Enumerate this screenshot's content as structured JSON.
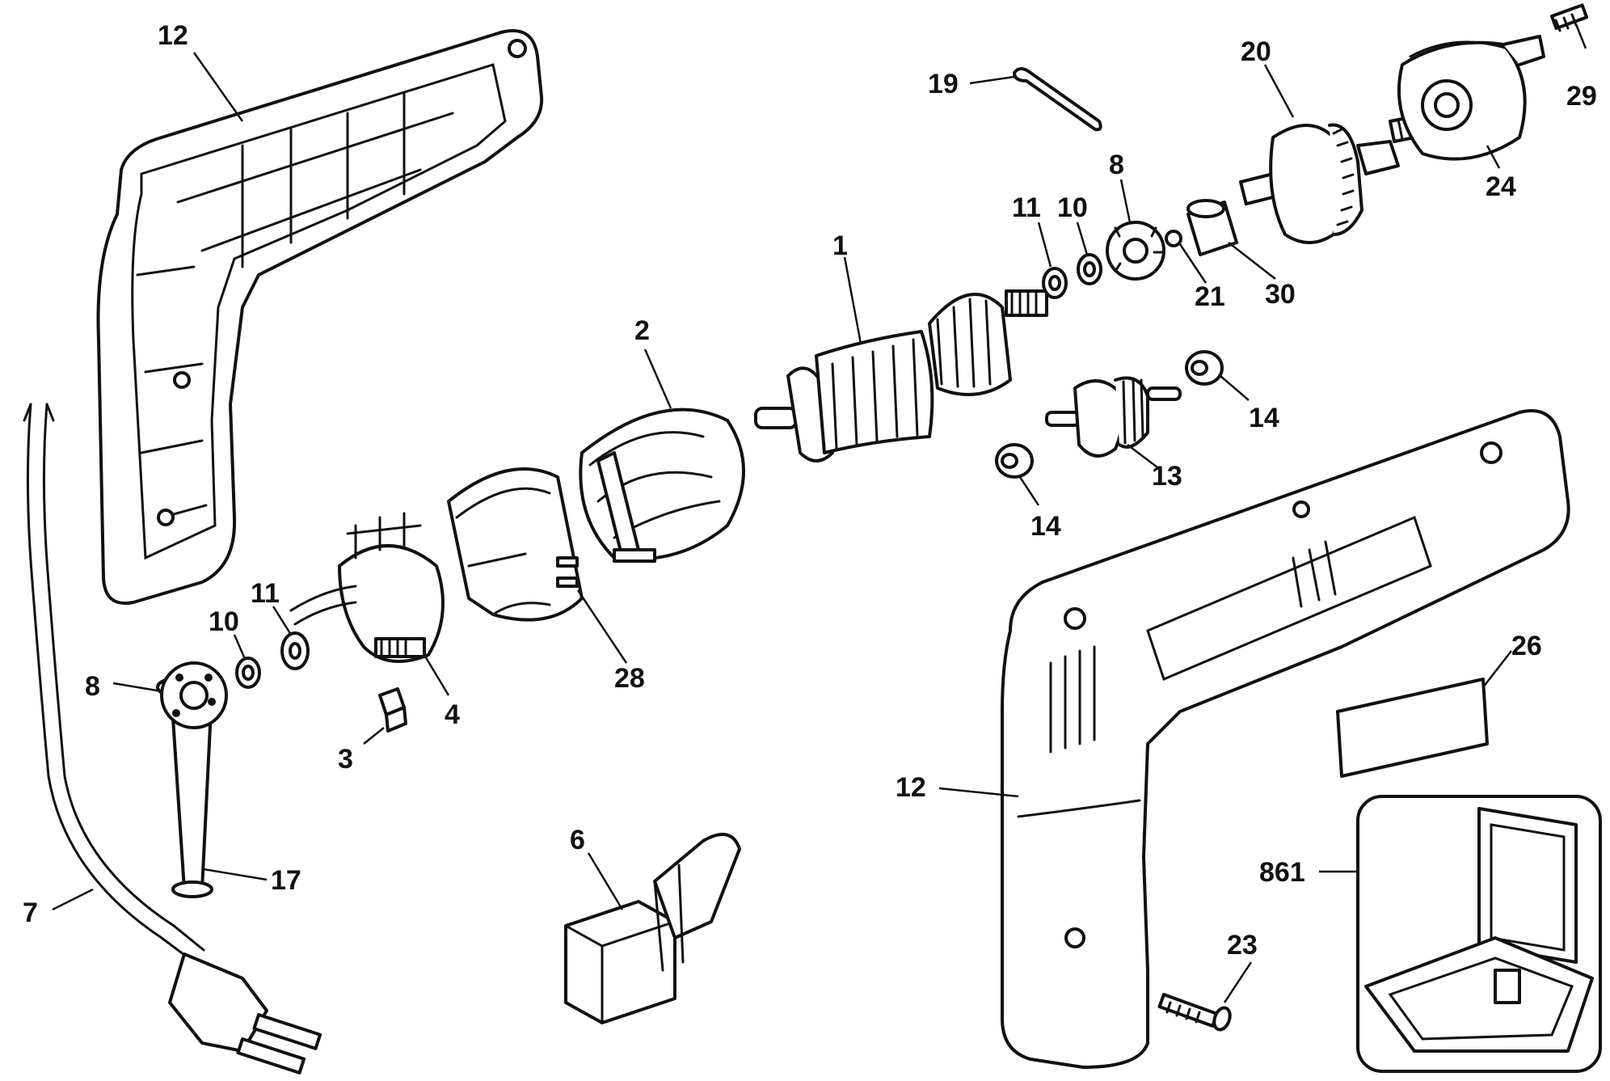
{
  "diagram": {
    "callouts": [
      {
        "id": "c12a",
        "label": "12",
        "part": "housing-left-half"
      },
      {
        "id": "c19",
        "label": "19",
        "part": "nameplate-strip"
      },
      {
        "id": "c20",
        "label": "20",
        "part": "spindle-gear"
      },
      {
        "id": "c29",
        "label": "29",
        "part": "chuck-screw"
      },
      {
        "id": "c24",
        "label": "24",
        "part": "chuck"
      },
      {
        "id": "c8a",
        "label": "8",
        "part": "bearing-upper"
      },
      {
        "id": "c11a",
        "label": "11",
        "part": "washer-upper"
      },
      {
        "id": "c10a",
        "label": "10",
        "part": "washer-small-upper"
      },
      {
        "id": "c21",
        "label": "21",
        "part": "ball"
      },
      {
        "id": "c30",
        "label": "30",
        "part": "bushing"
      },
      {
        "id": "c1",
        "label": "1",
        "part": "armature"
      },
      {
        "id": "c2",
        "label": "2",
        "part": "field"
      },
      {
        "id": "c14a",
        "label": "14",
        "part": "bearing-right"
      },
      {
        "id": "c13",
        "label": "13",
        "part": "intermediate-gear"
      },
      {
        "id": "c14b",
        "label": "14",
        "part": "bearing-left"
      },
      {
        "id": "c11b",
        "label": "11",
        "part": "washer-lower"
      },
      {
        "id": "c10b",
        "label": "10",
        "part": "washer-small-lower"
      },
      {
        "id": "c8b",
        "label": "8",
        "part": "bearing-lower"
      },
      {
        "id": "c4",
        "label": "4",
        "part": "brush-holder"
      },
      {
        "id": "c3",
        "label": "3",
        "part": "brush"
      },
      {
        "id": "c28",
        "label": "28",
        "part": "baffle"
      },
      {
        "id": "c26",
        "label": "26",
        "part": "label"
      },
      {
        "id": "c12b",
        "label": "12",
        "part": "housing-right-half"
      },
      {
        "id": "c861",
        "label": "861",
        "part": "carry-case"
      },
      {
        "id": "c6",
        "label": "6",
        "part": "switch"
      },
      {
        "id": "c17",
        "label": "17",
        "part": "cord-protector"
      },
      {
        "id": "c7",
        "label": "7",
        "part": "power-cord"
      },
      {
        "id": "c23",
        "label": "23",
        "part": "screw"
      }
    ]
  }
}
